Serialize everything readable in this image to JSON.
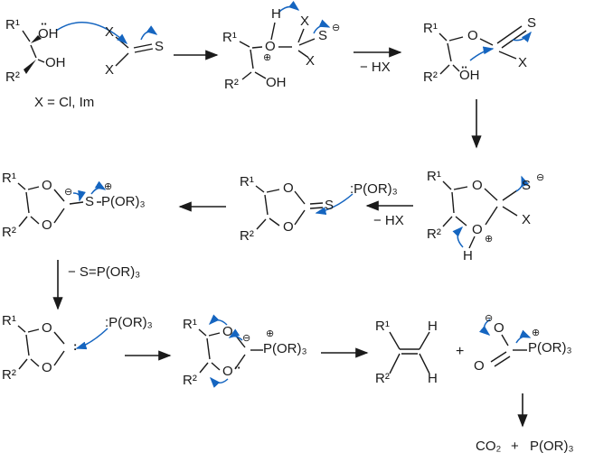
{
  "colors": {
    "text": "#1a1a1a",
    "bonds": "#1a1a1a",
    "electron_arrows": "#1565c0"
  },
  "legend": {
    "x_definition": "X = Cl, Im"
  },
  "annotations": {
    "minus_hx_step1": "− HX",
    "minus_hx_step2": "− HX",
    "minus_thiophosphorane": "− S=P(OR)₃",
    "plus_products": "+",
    "plus_final": "+"
  },
  "final_products": {
    "co2": "CO₂",
    "phosphite": "P(OR)₃"
  },
  "structures": {
    "diol": {
      "r1": "R¹",
      "lone_pair": "··",
      "oh_top": "OH",
      "oh_bottom": "OH",
      "r2": "R²"
    },
    "thiocarbonyl_reagent": {
      "x_top": "X",
      "x_bottom": "X",
      "s": "S"
    },
    "open_adduct": {
      "h": "H",
      "r1": "R¹",
      "o": "O",
      "o_charge": "⊕",
      "x_top": "X",
      "s": "S",
      "s_charge": "⊖",
      "x_bottom": "X",
      "r2": "R²",
      "oh": "OH"
    },
    "thiocarbonate_open": {
      "r1": "R¹",
      "o": "O",
      "s": "S",
      "x": "X",
      "r2": "R²",
      "lone_pair": "··",
      "oh": "OH"
    },
    "cyclic_intermediate": {
      "r1": "R¹",
      "o_top": "O",
      "s": "S",
      "s_charge": "⊖",
      "x": "X",
      "o_bottom": "O",
      "o_charge": "⊕",
      "h": "H",
      "r2": "R²"
    },
    "thionocarbonate": {
      "r1": "R¹",
      "o_top": "O",
      "o_bottom": "O",
      "s": "S",
      "r2": "R²",
      "phosphite": ":P(OR)₃"
    },
    "phosphonium_betaine": {
      "r1": "R¹",
      "o_top": "O",
      "o_bottom": "O",
      "c_charge": "⊖",
      "s": "S",
      "p_charge": "⊕",
      "p": "P(OR)₃",
      "r2": "R²"
    },
    "carbene": {
      "r1": "R¹",
      "o_top": "O",
      "o_bottom": "O",
      "lone_pair": ":",
      "r2": "R²",
      "phosphite": ":P(OR)₃"
    },
    "carbene_phosphonium_adduct": {
      "r1": "R¹",
      "o_top": "O",
      "lone_pair": "··",
      "o_bottom": "O",
      "c_charge": "⊖",
      "p_charge": "⊕",
      "p": "P(OR)₃",
      "r2": "R²"
    },
    "alkene": {
      "r1": "R¹",
      "h_top": "H",
      "r2": "R²",
      "h_bottom": "H"
    },
    "carboxy_phosphonium": {
      "o_charge": "⊖",
      "o_top": "O",
      "o_double": "O",
      "p_charge": "⊕",
      "p": "P(OR)₃"
    }
  }
}
